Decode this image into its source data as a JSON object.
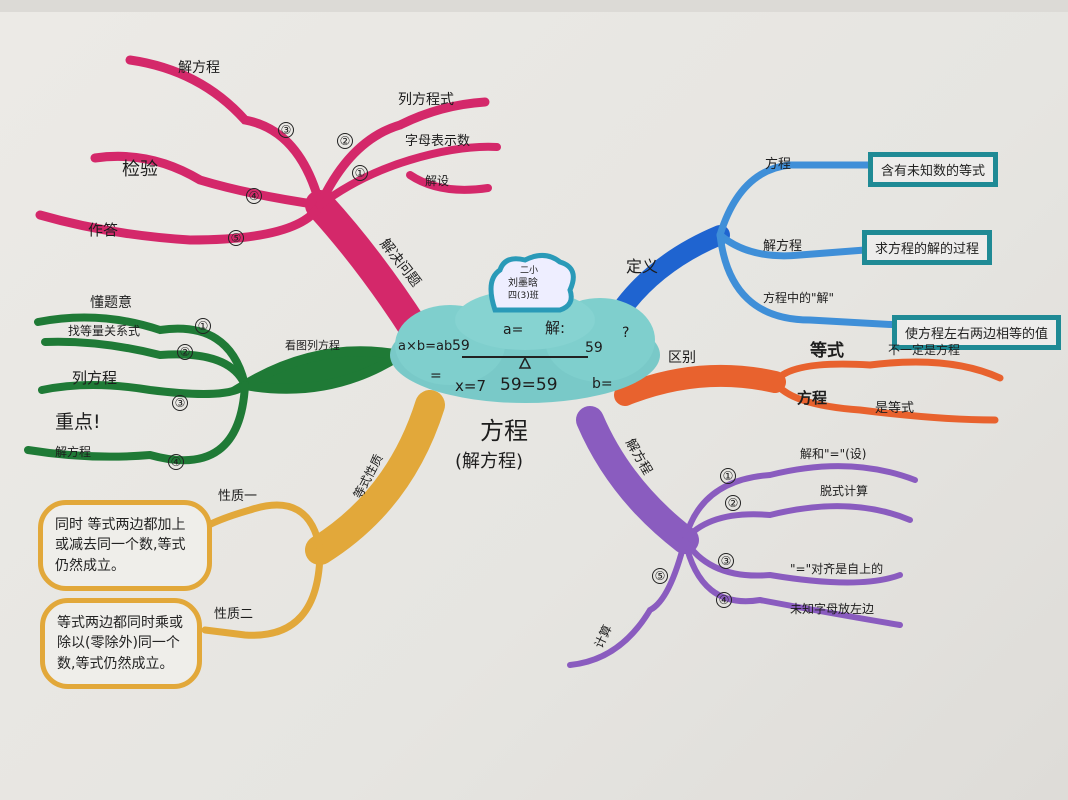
{
  "center": {
    "title": "方程",
    "subtitle": "(解方程)",
    "cloud_items": [
      "a×b=ab",
      "59",
      "a=",
      "解:",
      "?",
      "59",
      "=",
      "x=7",
      "59=59",
      "b="
    ],
    "author_cloud": [
      "二小",
      "刘墨晗",
      "四(3)班"
    ]
  },
  "branches": {
    "solve_problems": {
      "label": "解决问题",
      "color": "#d4286a",
      "items": [
        {
          "num": "①",
          "label": "解设"
        },
        {
          "num": "",
          "label": "字母表示数"
        },
        {
          "num": "②",
          "label": "列方程式"
        },
        {
          "num": "③",
          "label": "解方程"
        },
        {
          "num": "④",
          "label": "检验"
        },
        {
          "num": "⑤",
          "label": "作答"
        }
      ]
    },
    "definition": {
      "label": "定义",
      "color": "#3f8fd8",
      "items": [
        {
          "label": "方程",
          "box": "含有未知数的等式"
        },
        {
          "label": "解方程",
          "box": "求方程的解的过程"
        },
        {
          "label": "方程中的\"解\"",
          "box": "使方程左右两边相等的值"
        }
      ]
    },
    "difference": {
      "label": "区别",
      "color": "#e8622e",
      "items": [
        {
          "label": "等式",
          "note": "不一定是方程"
        },
        {
          "label": "方程",
          "note": "是等式"
        }
      ]
    },
    "solving": {
      "label": "解方程",
      "color": "#8a5cbf",
      "items": [
        {
          "num": "①",
          "label": "解和\"=\"(设)"
        },
        {
          "num": "②",
          "label": "脱式计算"
        },
        {
          "num": "③",
          "label": "\"=\"对齐是自上的"
        },
        {
          "num": "④",
          "label": "未知字母放左边"
        },
        {
          "num": "⑤",
          "label": "计算"
        }
      ]
    },
    "picture_equation": {
      "label": "看图列方程",
      "color": "#1f7a36",
      "note": "重点!",
      "items": [
        {
          "num": "①",
          "label": "懂题意"
        },
        {
          "num": "②",
          "label": "找等量关系式"
        },
        {
          "num": "③",
          "label": "列方程"
        },
        {
          "num": "④",
          "label": "解方程"
        }
      ]
    },
    "equality_properties": {
      "label": "等式性质",
      "color": "#e2a83a",
      "items": [
        {
          "label": "性质一",
          "text": "同时 等式两边都加上或减去同一个数,等式仍然成立。"
        },
        {
          "label": "性质二",
          "text": "等式两边都同时乘或除以(零除外)同一个数,等式仍然成立。"
        }
      ]
    }
  }
}
